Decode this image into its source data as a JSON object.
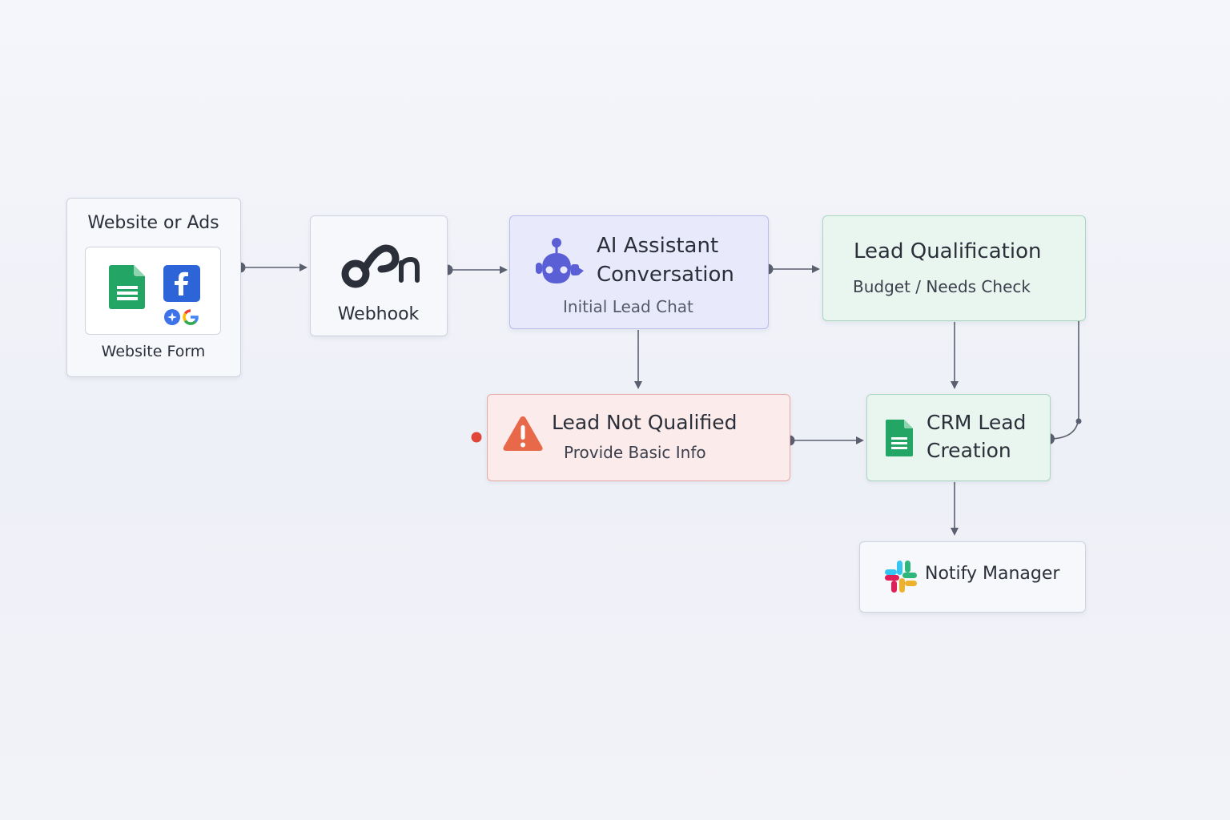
{
  "nodes": {
    "source": {
      "title": "Website or Ads",
      "caption": "Website Form"
    },
    "webhook": {
      "label": "Webhook"
    },
    "ai": {
      "title_line1": "AI Assistant",
      "title_line2": "Conversation",
      "subtitle": "Initial Lead Chat"
    },
    "qualification": {
      "title": "Lead Qualification",
      "subtitle": "Budget / Needs Check"
    },
    "not_qualified": {
      "title": "Lead Not Qualified",
      "subtitle": "Provide Basic Info"
    },
    "crm": {
      "title_line1": "CRM Lead",
      "title_line2": "Creation"
    },
    "notify": {
      "label": "Notify Manager"
    }
  },
  "icons": {
    "source": [
      "google-sheets-icon",
      "facebook-icon",
      "google-ads-icon",
      "google-icon"
    ],
    "webhook": "n8n-logo-icon",
    "ai": "robot-icon",
    "not_qualified": "warning-icon",
    "crm": "google-sheets-icon",
    "notify": "slack-icon"
  },
  "colors": {
    "connector": "#5b6070",
    "ai_fill": "#e8e9fb",
    "qualified_fill": "#e9f5ef",
    "not_qualified_fill": "#fbeceb",
    "warning": "#e8684a",
    "sheets_green": "#23a566",
    "facebook_blue": "#2d64d8",
    "robot_purple": "#5b5fd6",
    "error_dot": "#e0473a"
  }
}
